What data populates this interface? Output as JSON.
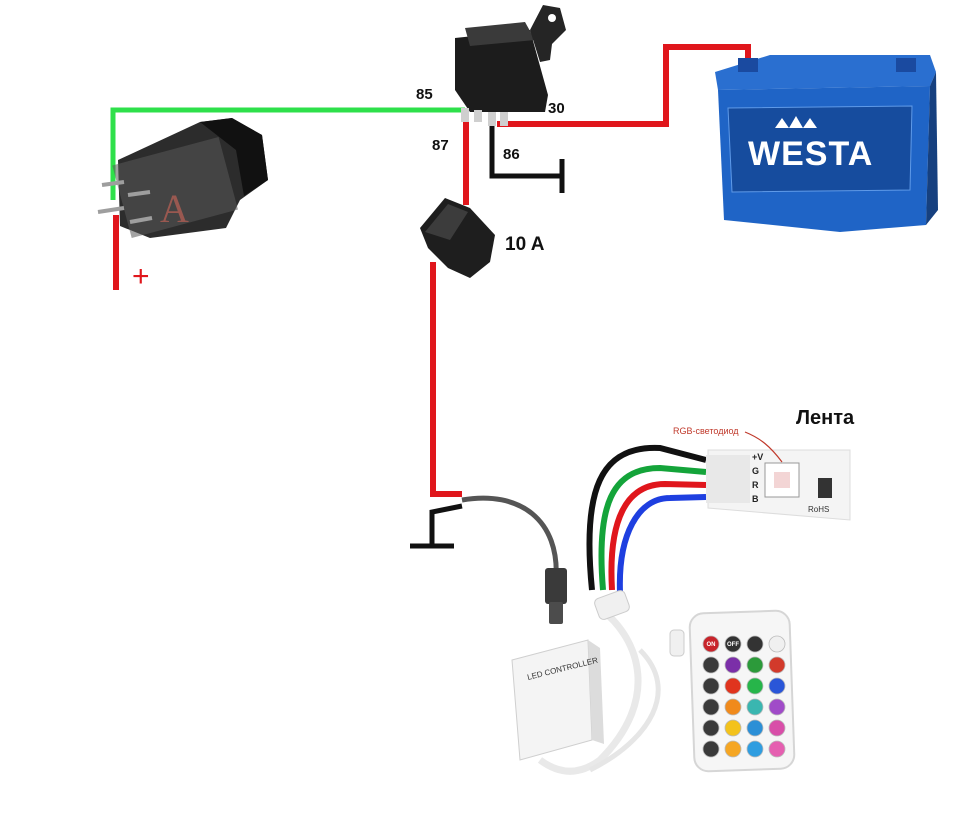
{
  "labels": {
    "pin85": "85",
    "pin87": "87",
    "pin30": "30",
    "pin86": "86",
    "fuse": "10 A",
    "plus": "+",
    "strip": "Лента",
    "rgb_led": "RGB-светодиод",
    "battery_brand": "WESTA",
    "strip_plus": "+V",
    "strip_g": "G",
    "strip_r": "R",
    "strip_b": "B",
    "rohs": "RoHS",
    "controller": "LED CONTROLLER",
    "remote_on": "ON",
    "remote_off": "OFF"
  },
  "colors": {
    "wire_red": "#e0161c",
    "wire_green": "#2ee04a",
    "wire_black": "#111111",
    "wire_blue": "#1e3fe0",
    "strip_green": "#14a43a",
    "battery_blue": "#1f64c6",
    "battery_dark": "#16407f"
  },
  "remote_buttons": [
    "#c8242b",
    "#333333",
    "#333333",
    "#f0f0f0",
    "#3a3a3a",
    "#7b2fa8",
    "#2c9a3a",
    "#d23a2b",
    "#3a3a3a",
    "#e0341e",
    "#27b54a",
    "#2a56d8",
    "#3a3a3a",
    "#f08a1c",
    "#3ab6b0",
    "#a04bc8",
    "#3a3a3a",
    "#f3c21b",
    "#2b8fd6",
    "#d84ea8",
    "#3a3a3a",
    "#f5a623",
    "#2f9de0",
    "#e55fb0"
  ]
}
